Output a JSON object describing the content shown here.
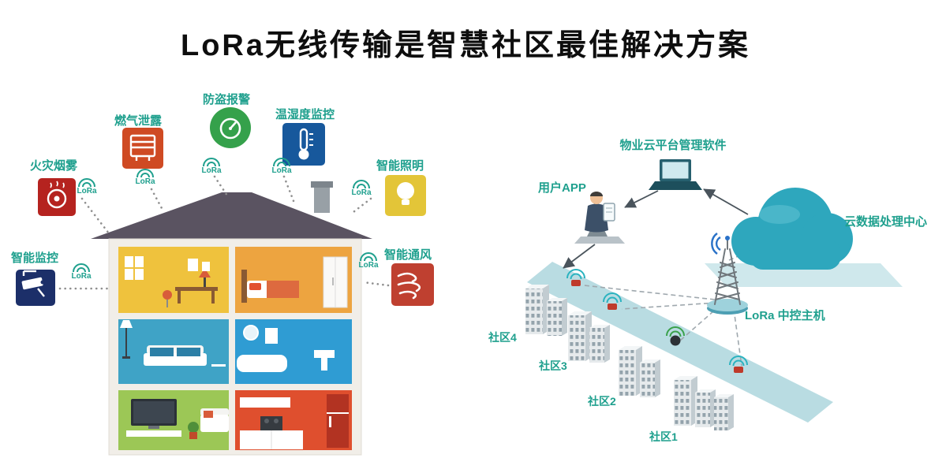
{
  "title": "LoRa无线传输是智慧社区最佳解决方案",
  "lora_label": "LoRa",
  "colors": {
    "accent_teal": "#1fa08e",
    "title": "#0e0e0e",
    "cloud_teal": "#2ea7bd",
    "band_teal": "#b9dce2",
    "roof": "#5a5361"
  },
  "sensors": {
    "fire": {
      "label": "火灾烟雾",
      "icon": "smoke-detector-icon",
      "tile_color": "#b5231f"
    },
    "gas": {
      "label": "燃气泄露",
      "icon": "window-blinds-icon",
      "tile_color": "#cf4a23"
    },
    "burglar": {
      "label": "防盗报警",
      "icon": "gauge-icon",
      "tile_color": "#35a14b"
    },
    "temp_humidity": {
      "label": "温湿度监控",
      "icon": "thermometer-icon",
      "tile_color": "#17589c"
    },
    "lighting": {
      "label": "智能照明",
      "icon": "bulb-icon",
      "tile_color": "#e3c538"
    },
    "monitoring": {
      "label": "智能监控",
      "icon": "cctv-camera-icon",
      "tile_color": "#1c2f69"
    },
    "ventilation": {
      "label": "智能通风",
      "icon": "wind-icon",
      "tile_color": "#bf4030"
    }
  },
  "network": {
    "platform_label": "物业云平台管理软件",
    "app_label": "用户APP",
    "cloud_label": "云数据处理中心",
    "host_label": "LoRa 中控主机",
    "communities": [
      {
        "label": "社区4"
      },
      {
        "label": "社区3"
      },
      {
        "label": "社区2"
      },
      {
        "label": "社区1"
      }
    ]
  }
}
